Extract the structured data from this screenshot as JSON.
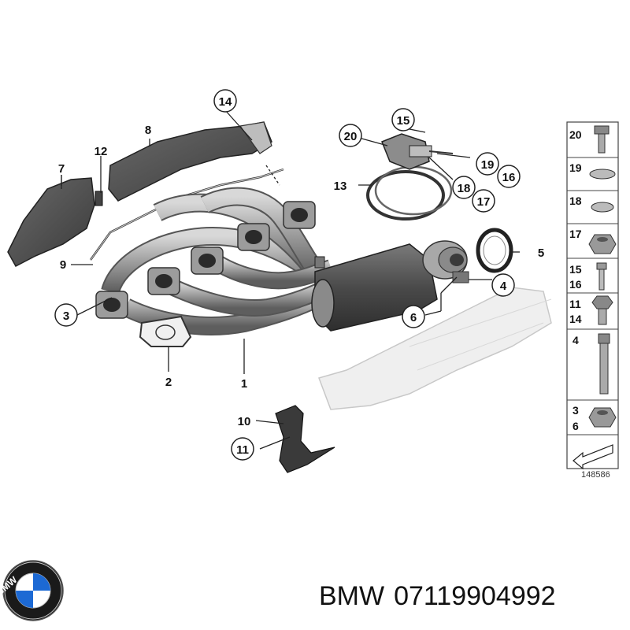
{
  "callouts": {
    "c1": "1",
    "c2": "2",
    "c3": "3",
    "c4": "4",
    "c5": "5",
    "c6": "6",
    "c7": "7",
    "c8": "8",
    "c9": "9",
    "c10": "10",
    "c11": "11",
    "c12": "12",
    "c13": "13",
    "c14": "14",
    "c15": "15",
    "c16": "16",
    "c17": "17",
    "c18": "18",
    "c19": "19",
    "c20": "20"
  },
  "legend": {
    "r20": "20",
    "r19": "19",
    "r18": "18",
    "r17": "17",
    "r15": "15",
    "r16": "16",
    "r11": "11",
    "r14": "14",
    "r4": "4",
    "r3": "3",
    "r6": "6"
  },
  "diagram_number": "148586",
  "logo": {
    "text": "BMW"
  },
  "footer": {
    "brand": "BMW",
    "part_number": "07119904992"
  },
  "colors": {
    "part_gray": "#8a8a8a",
    "dark_gray": "#4a4a4a",
    "ghost": "#ececec",
    "logo_blue": "#1c69d4"
  }
}
